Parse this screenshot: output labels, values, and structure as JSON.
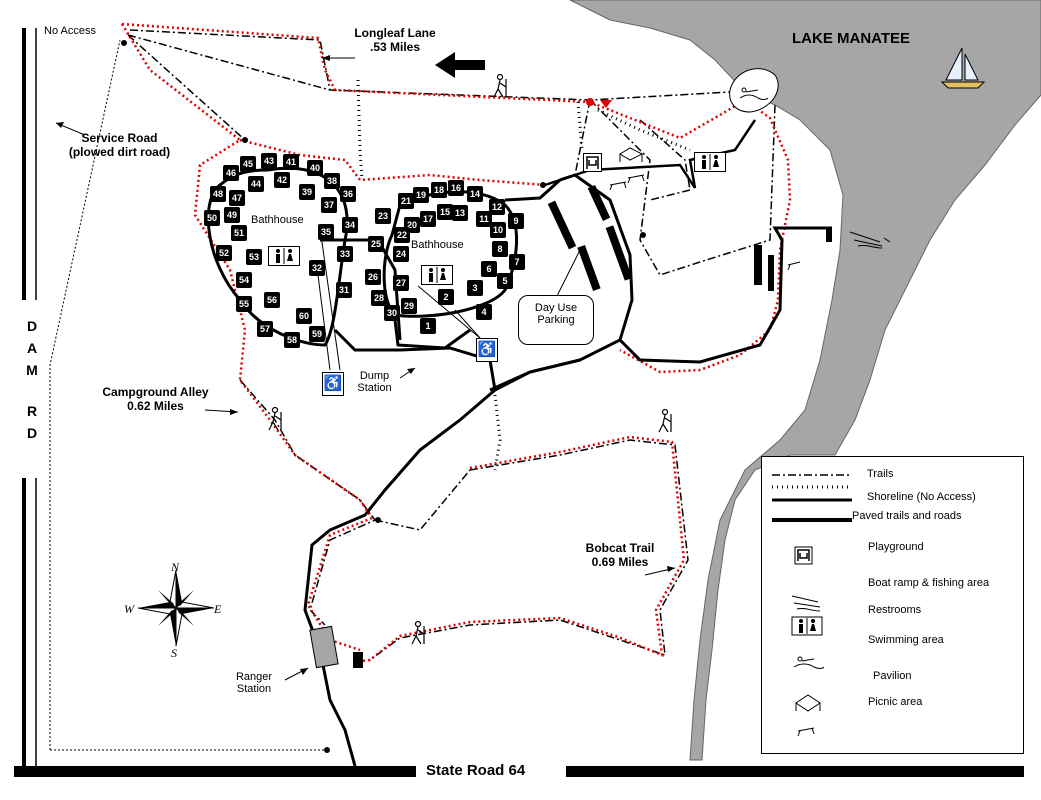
{
  "lake": {
    "name": "LAKE MANATEE",
    "color": "#a6a6a6"
  },
  "trails": {
    "longleaf": {
      "name": "Longleaf Lane",
      "distance": ".53 Miles"
    },
    "campground_alley": {
      "name": "Campground Alley",
      "distance": "0.62 Miles"
    },
    "bobcat": {
      "name": "Bobcat Trail",
      "distance": "0.69 Miles"
    },
    "trail_color": "#e00000"
  },
  "labels": {
    "no_access": "No Access",
    "service_road": "Service Road",
    "service_road_note": "(plowed dirt road)",
    "bathhouse_west": "Bathhouse",
    "bathhouse_east": "Bathhouse",
    "day_use_parking": "Day Use Parking",
    "dump_station": "Dump Station",
    "ranger_station": "Ranger Station",
    "state_road": "State Road 64",
    "dam_road": [
      "D",
      "A",
      "M",
      "R",
      "D"
    ]
  },
  "compass": {
    "n": "N",
    "s": "S",
    "e": "E",
    "w": "W"
  },
  "campsites": [
    "1",
    "2",
    "3",
    "4",
    "5",
    "6",
    "7",
    "8",
    "9",
    "10",
    "11",
    "12",
    "13",
    "14",
    "15",
    "16",
    "17",
    "18",
    "19",
    "20",
    "21",
    "22",
    "23",
    "24",
    "25",
    "26",
    "27",
    "28",
    "29",
    "30",
    "31",
    "32",
    "33",
    "34",
    "35",
    "36",
    "37",
    "38",
    "39",
    "40",
    "41",
    "42",
    "43",
    "44",
    "45",
    "46",
    "47",
    "48",
    "49",
    "50",
    "51",
    "52",
    "53",
    "54",
    "55",
    "56",
    "57",
    "58",
    "59",
    "60"
  ],
  "legend": {
    "lines": [
      {
        "label": "Trails",
        "icon": "dash-dot-line"
      },
      {
        "label": "Shoreline   (No Access)",
        "icon": "dotted-line"
      },
      {
        "label": "Paved trails and roads",
        "icon": "thick-solid-line"
      }
    ],
    "icons": [
      {
        "label": "Playground",
        "icon": "playground-icon"
      },
      {
        "label": "Boat ramp & fishing area",
        "icon": "boat-ramp-icon"
      },
      {
        "label": "Restrooms",
        "icon": "restrooms-icon"
      },
      {
        "label": "Swimming area",
        "icon": "swimming-icon"
      },
      {
        "label": "Pavilion",
        "icon": "pavilion-icon"
      },
      {
        "label": "Picnic area",
        "icon": "picnic-icon"
      }
    ]
  }
}
